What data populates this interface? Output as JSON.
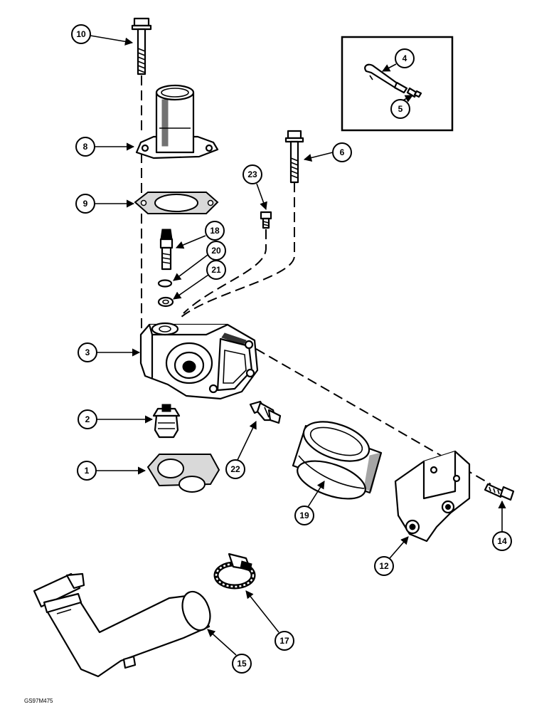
{
  "figure_code": "GS97M475",
  "callouts": [
    {
      "id": "10",
      "label": "10"
    },
    {
      "id": "8",
      "label": "8"
    },
    {
      "id": "9",
      "label": "9"
    },
    {
      "id": "18",
      "label": "18"
    },
    {
      "id": "20",
      "label": "20"
    },
    {
      "id": "21",
      "label": "21"
    },
    {
      "id": "23",
      "label": "23"
    },
    {
      "id": "6",
      "label": "6"
    },
    {
      "id": "4",
      "label": "4"
    },
    {
      "id": "5",
      "label": "5"
    },
    {
      "id": "3",
      "label": "3"
    },
    {
      "id": "2",
      "label": "2"
    },
    {
      "id": "22",
      "label": "22"
    },
    {
      "id": "1",
      "label": "1"
    },
    {
      "id": "19",
      "label": "19"
    },
    {
      "id": "12",
      "label": "12"
    },
    {
      "id": "14",
      "label": "14"
    },
    {
      "id": "17",
      "label": "17"
    },
    {
      "id": "15",
      "label": "15"
    }
  ]
}
